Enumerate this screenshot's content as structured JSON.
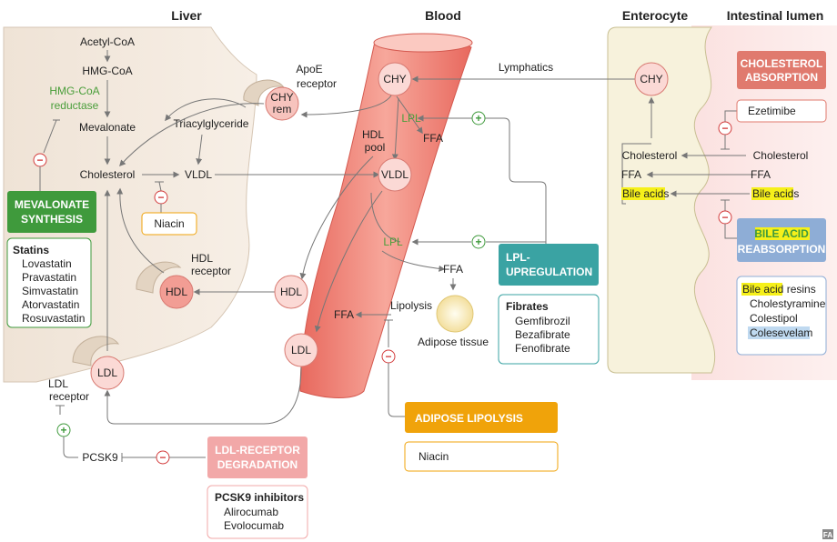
{
  "headers": {
    "liver": "Liver",
    "blood": "Blood",
    "enterocyte": "Enterocyte",
    "lumen": "Intestinal lumen"
  },
  "liver": {
    "acetyl_coa": "Acetyl-CoA",
    "hmg_coa": "HMG-CoA",
    "hmg_coa_reductase_1": "HMG-CoA",
    "hmg_coa_reductase_2": "reductase",
    "mevalonate": "Mevalonate",
    "cholesterol": "Cholesterol",
    "vldl": "VLDL",
    "triacylglyceride": "Triacylglyceride",
    "apoe_1": "ApoE",
    "apoe_2": "receptor",
    "chy_rem_1": "CHY",
    "chy_rem_2": "rem",
    "hdl_receptor_1": "HDL",
    "hdl_receptor_2": "receptor",
    "hdl": "HDL",
    "ldl": "LDL",
    "ldl_receptor_1": "LDL",
    "ldl_receptor_2": "receptor",
    "pcsk9": "PCSK9"
  },
  "blood": {
    "chy": "CHY",
    "lpl_top": "LPL",
    "ffa_top": "FFA",
    "hdl_pool_1": "HDL",
    "hdl_pool_2": "pool",
    "vldl": "VLDL",
    "lpl_mid": "LPL",
    "ffa_mid": "FFA",
    "hdl": "HDL",
    "ldl": "LDL",
    "lipolysis": "Lipolysis",
    "ffa_left": "FFA",
    "adipose": "Adipose tissue",
    "lymphatics": "Lymphatics"
  },
  "enterocyte": {
    "chy": "CHY",
    "cholesterol": "Cholesterol",
    "ffa": "FFA",
    "bile_acids_hl": "Bile acid",
    "bile_acids_tail": "s"
  },
  "lumen": {
    "cholesterol": "Cholesterol",
    "ffa": "FFA",
    "bile_acids_hl": "Bile acid",
    "bile_acids_tail": "s"
  },
  "ribbons": {
    "mevalonate_1": "MEVALONATE",
    "mevalonate_2": "SYNTHESIS",
    "cholesterol_abs_1": "CHOLESTEROL",
    "cholesterol_abs_2": "ABSORPTION",
    "bile_reabs_1": "BILE ACID",
    "bile_reabs_2": "REABSORPTION",
    "lpl_up_1": "LPL-",
    "lpl_up_2": "UPREGULATION",
    "adipose_lip": "ADIPOSE LIPOLYSIS",
    "ldl_deg_1": "LDL-RECEPTOR",
    "ldl_deg_2": "DEGRADATION"
  },
  "drugs": {
    "niacin_liver": "Niacin",
    "niacin_adipose": "Niacin",
    "ezetimibe": "Ezetimibe",
    "statins": {
      "title": "Statins",
      "items": [
        "Lovastatin",
        "Pravastatin",
        "Simvastatin",
        "Atorvastatin",
        "Rosuvastatin"
      ]
    },
    "fibrates": {
      "title": "Fibrates",
      "items": [
        "Gemfibrozil",
        "Bezafibrate",
        "Fenofibrate"
      ]
    },
    "resins": {
      "title_hl": "Bile acid",
      "title_tail": " resins",
      "items": [
        "Cholestyramine",
        "Colestipol",
        "Colesevelam"
      ]
    },
    "pcsk9_inh": {
      "title": "PCSK9 inhibitors",
      "items": [
        "Alirocumab",
        "Evolocumab"
      ]
    }
  },
  "signs": {
    "minus": "−",
    "plus": "+"
  },
  "logo": "FA",
  "colors": {
    "green": "#3f9a3c",
    "teal": "#3aa3a3",
    "orange": "#f0a30a",
    "salmon": "#e07a6e",
    "pink_ribbon": "#f2a8a8",
    "blue_ribbon": "#8eadd6",
    "red_sign": "#d33c3c",
    "vessel": "#f08a80"
  }
}
